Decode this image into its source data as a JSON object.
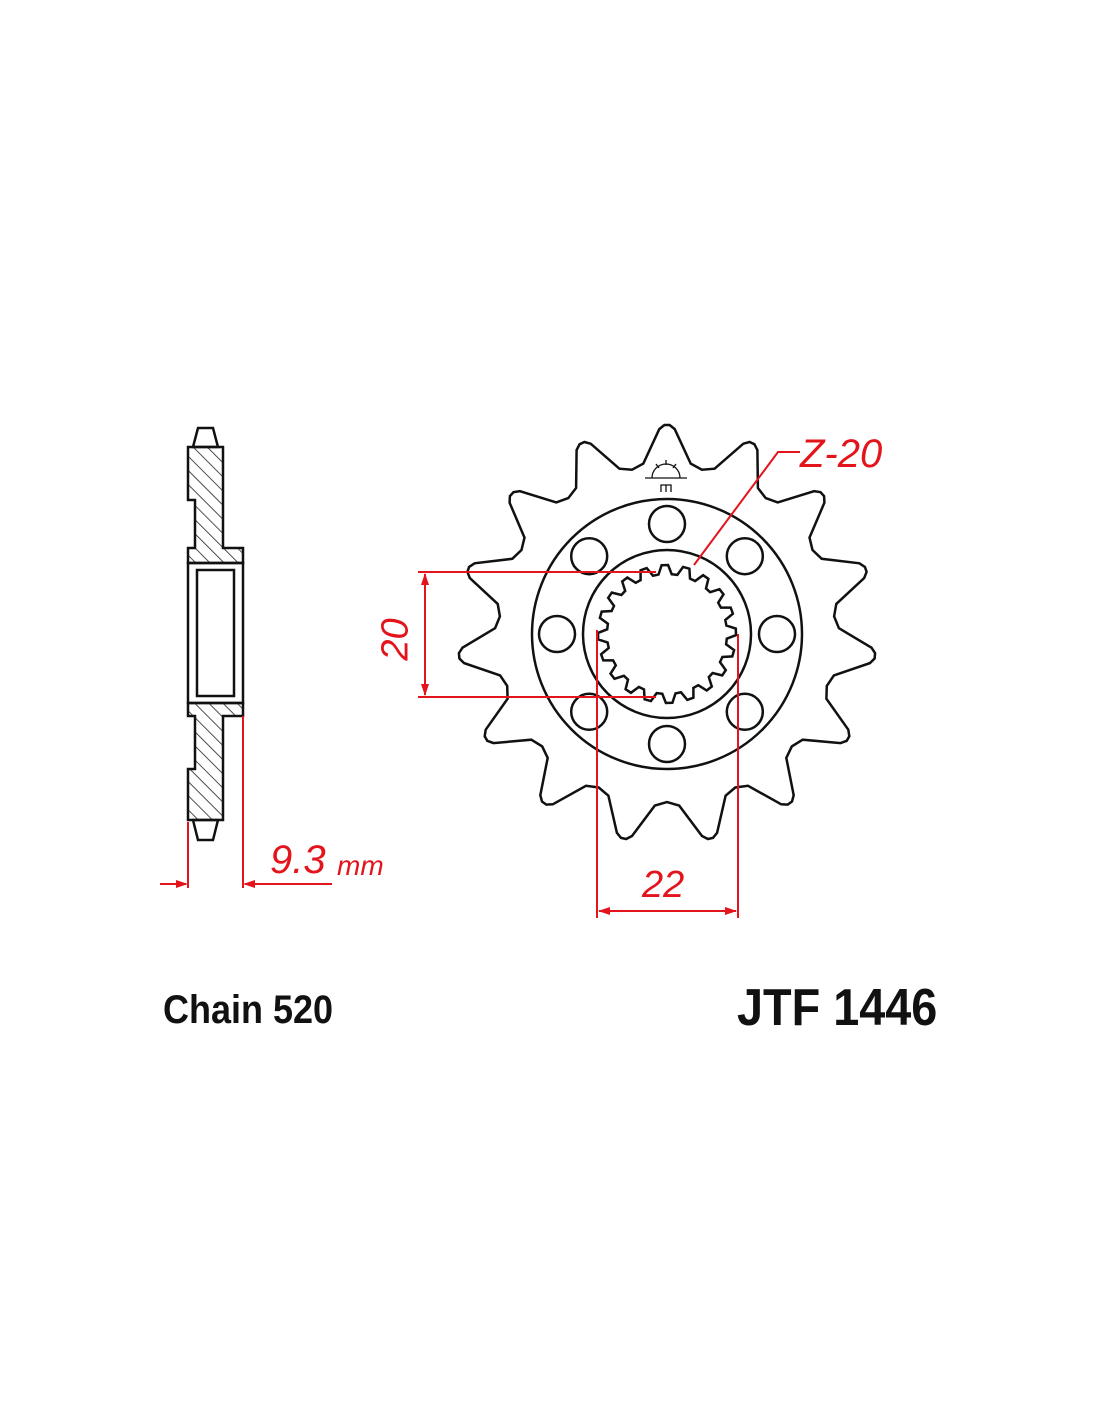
{
  "title": "JTF 1446",
  "chain_label": "Chain 520",
  "dimensions": {
    "spline_label": "Z-20",
    "inner_diameter": "20",
    "bolt_spacing": "22",
    "thickness_value": "9.3",
    "thickness_unit": "mm"
  },
  "sprocket": {
    "teeth": 15,
    "bolt_holes": 8,
    "spline_teeth": 20
  },
  "colors": {
    "line": "#111111",
    "dimension": "#e3141b"
  }
}
